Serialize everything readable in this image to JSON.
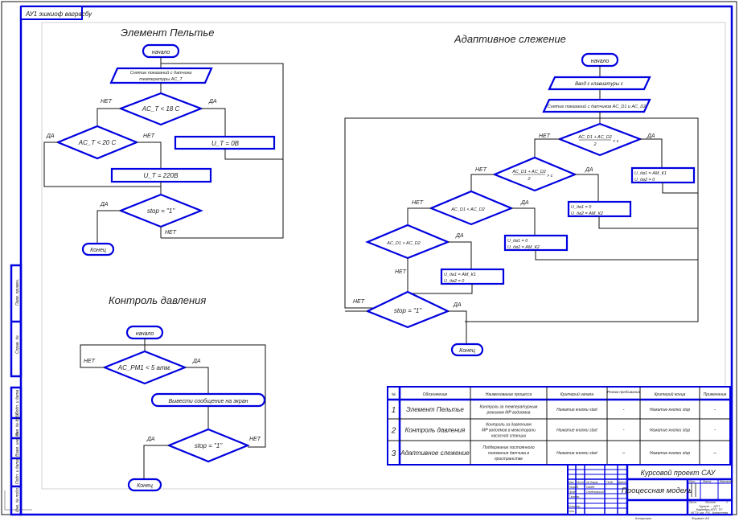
{
  "frame": {
    "top_stamp": "АУ1 эшкиоф ваграсбу",
    "accent_color": "#0000e0"
  },
  "flow1": {
    "title": "Элемент Пельтье",
    "start": "начало",
    "input": [
      "Снятие показаний с датчика",
      "температуры AC_T"
    ],
    "cond1": "AC_T < 18 C",
    "cond1_no": "НЕТ",
    "cond1_yes": "ДА",
    "cond2": "AC_T < 20 C",
    "cond2_yes": "ДА",
    "cond2_no": "НЕТ",
    "action_off": "U_T = 0В",
    "action_on": "U_T = 220В",
    "stop_cond": "stop = \"1\"",
    "stop_yes": "ДА",
    "stop_no": "НЕТ",
    "end": "Конец"
  },
  "flow2": {
    "title": "Контроль давления",
    "start": "начало",
    "cond1": "AC_PM1 < 5 атм.",
    "cond1_no": "НЕТ",
    "cond1_yes": "ДА",
    "action": "Вывести сообщение на экран",
    "stop_cond": "stop = \"1\"",
    "stop_yes": "ДА",
    "stop_no": "НЕТ",
    "end": "Конец"
  },
  "flow3": {
    "title": "Адаптивное слежение",
    "start": "начало",
    "input1": "Ввод с клавиатуры с",
    "input2": "Снятие показаний с датчиков AC_D1 и AC_D2",
    "cond1_num": "AC_D1 + AC_D2",
    "cond1_den": "2",
    "cond1_op": "< с",
    "cond1_no": "НЕТ",
    "cond1_yes": "ДА",
    "action1": [
      "U_дв1 = АМ_К1",
      "U_дв2 = 0"
    ],
    "cond2_num": "AC_D1 + AC_D2",
    "cond2_den": "2",
    "cond2_op": "> с",
    "cond2_no": "НЕТ",
    "cond2_yes": "ДА",
    "action2": [
      "U_дв1 = 0",
      "U_дв2 = АМ_К2"
    ],
    "cond3": "AC_D1 < AC_D2",
    "cond3_no": "НЕТ",
    "cond3_yes": "ДА",
    "action3": [
      "U_дв1 = 0",
      "U_дв2 = АМ_К2"
    ],
    "cond4": "AC_D1 > AC_D2",
    "cond4_yes": "ДА",
    "cond4_no": "НЕТ",
    "action4": [
      "U_дв1 = АМ_К1",
      "U_дв2 = 0"
    ],
    "stop_cond": "stop = \"1\"",
    "stop_no": "НЕТ",
    "stop_yes": "ДА",
    "end": "Конец"
  },
  "table": {
    "headers": [
      "№",
      "Обозначение",
      "Наименование процесса",
      "Критерий начала",
      "Режим пребывания",
      "Критерий конца",
      "Примечание"
    ],
    "rows": [
      {
        "num": "1",
        "name": "Элемент Пельтье",
        "process": [
          "Контроль за температурным",
          "режимом МР водоемов"
        ],
        "start": "Нажатие кнопки start",
        "mode": "-",
        "end": "Нажатие кнопки stop",
        "note": "-"
      },
      {
        "num": "2",
        "name": "Контроль давления",
        "process": [
          "Контроль за давлением",
          "МР водоемов в межсторани",
          "насосной станции"
        ],
        "start": "Нажатие кнопки start",
        "mode": "-",
        "end": "Нажатие кнопки stop",
        "note": "-"
      },
      {
        "num": "3",
        "name": "Адаптивное слежение",
        "process": [
          "Поддержание постоянного",
          "положения датчика в",
          "пространстве"
        ],
        "start": "Нажатие кнопки start",
        "mode": "–",
        "end": "Нажатие кнопки stop",
        "note": "–"
      }
    ]
  },
  "stamp": {
    "project": "Курсовой проект САУ",
    "sheet_title": "Процессная модель",
    "hdr_cols": [
      "Изм",
      "Лист",
      "№ докум.",
      "Подп.",
      "Дата"
    ],
    "roles": [
      "Разраб.",
      "Пров.",
      "Т.контр.",
      "Н.контр.",
      "Утв."
    ],
    "names": [
      "Найдё",
      "Семёновский"
    ],
    "lit_hdr": [
      "Лит.",
      "Масса",
      "Масштаб"
    ],
    "sheet_row": [
      "Лист",
      "Листов",
      "1"
    ],
    "org": [
      "Группа ... АТП",
      "Кафедра АТП, ТУ",
      "НГТУ им. Р.Е. Алексеева"
    ],
    "copy": "Копировал",
    "format": "Формат А3"
  },
  "side_stamp": {
    "cells": [
      "Перв. примен.",
      "Справ. №",
      "Подп. и дата",
      "Инв. № дубл.",
      "Взам. инв. №",
      "Подп. и дата",
      "Инв. № подл."
    ]
  }
}
